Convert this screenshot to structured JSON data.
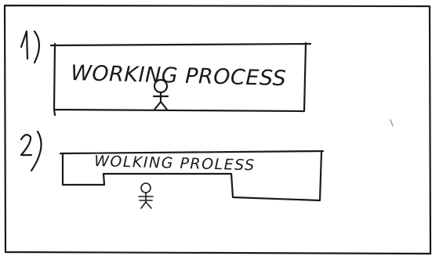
{
  "panel_1": {
    "number": "1)",
    "label": "WORKING PROCESS"
  },
  "panel_2": {
    "number": "2)",
    "label": "WOLKING PROLESS"
  }
}
